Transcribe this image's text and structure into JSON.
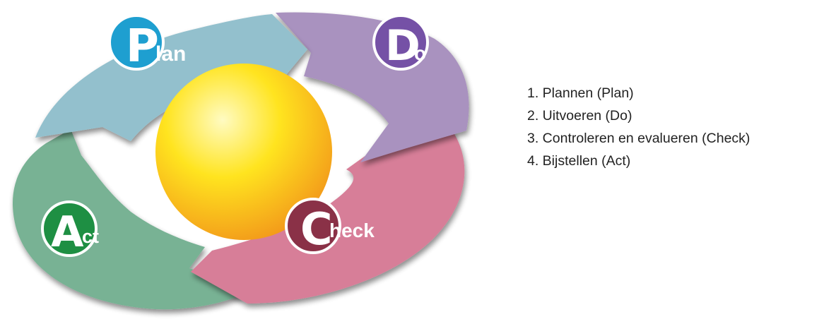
{
  "diagram": {
    "plan": {
      "big": "P",
      "small": "lan",
      "segment_color": "#93C0CD",
      "badge_color": "#1E9FD0"
    },
    "do": {
      "big": "D",
      "small": "o",
      "segment_color": "#A992BF",
      "badge_color": "#7551A6"
    },
    "check": {
      "big": "C",
      "small": "heck",
      "segment_color": "#D77E98",
      "badge_color": "#8A3147"
    },
    "act": {
      "big": "A",
      "small": "ct",
      "segment_color": "#78B294",
      "badge_color": "#1E8F43"
    },
    "sphere_colors": [
      "#FFF9B0",
      "#FFE11A",
      "#F7A21B"
    ]
  },
  "steps": [
    "1. Plannen (Plan)",
    "2. Uitvoeren (Do)",
    "3. Controleren en evalueren (Check)",
    "4. Bijstellen (Act)"
  ]
}
